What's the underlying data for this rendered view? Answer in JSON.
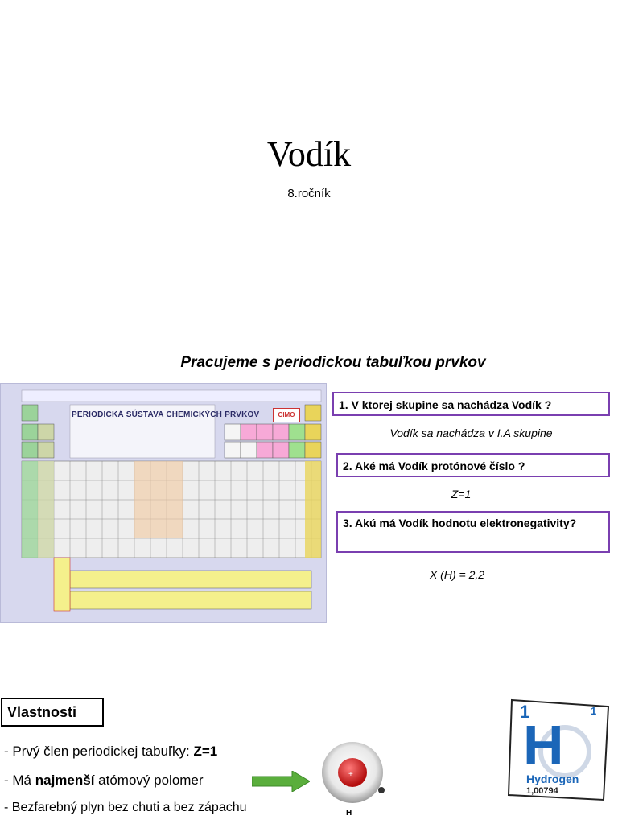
{
  "slide1": {
    "title": "Vodík",
    "subtitle": "8.ročník"
  },
  "slide2": {
    "heading": "Pracujeme s periodickou tabuľkou prvkov",
    "periodic_table_title": "PERIODICKÁ SÚSTAVA CHEMICKÝCH PRVKOV",
    "logo_text": "CIMO",
    "questions": [
      {
        "q": "1. V ktorej skupine sa nachádza Vodík ?",
        "a": "Vodík sa nachádza v I.A skupine"
      },
      {
        "q": "2. Aké má Vodík protónové číslo ?",
        "a": "Z=1"
      },
      {
        "q": "3. Akú má Vodík hodnotu elektronegativity?",
        "a": "X (H) = 2,2"
      }
    ]
  },
  "slide3": {
    "heading": "Vlastnosti",
    "bullets": [
      {
        "prefix": "- Prvý člen periodickej tabuľky: ",
        "bold": "Z=1",
        "suffix": ""
      },
      {
        "prefix": "- Má ",
        "bold": "najmenší",
        "suffix": " atómový polomer"
      },
      {
        "prefix": "- Bezfarebný plyn bez chuti a bez zápachu",
        "bold": "",
        "suffix": ""
      }
    ],
    "atom_label": "H",
    "element_card": {
      "number": "1",
      "group": "1",
      "symbol": "H",
      "name": "Hydrogen",
      "mass": "1,00794"
    }
  },
  "colors": {
    "box_border": "#7a3fb0",
    "arrow": "#5aae3c",
    "card_blue": "#1b66b8",
    "atom_red": "#d21a1a"
  }
}
